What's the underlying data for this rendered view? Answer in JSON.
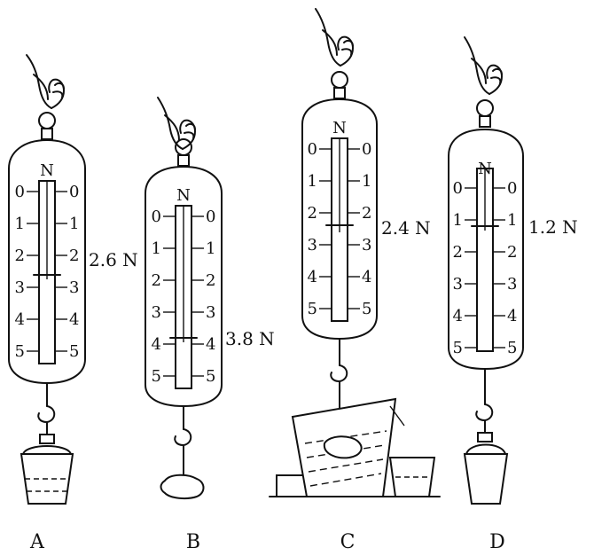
{
  "scale": {
    "unit": "N",
    "ticks": [
      "0",
      "1",
      "2",
      "3",
      "4",
      "5"
    ]
  },
  "panels": [
    {
      "id": "A",
      "label": "A",
      "reading": "2.6 N",
      "reading_value": 2.6,
      "object": "bucket-with-water"
    },
    {
      "id": "B",
      "label": "B",
      "reading": "3.8 N",
      "reading_value": 3.8,
      "object": "stone"
    },
    {
      "id": "C",
      "label": "C",
      "reading": "2.4 N",
      "reading_value": 2.4,
      "object": "stone-in-overflow-cup"
    },
    {
      "id": "D",
      "label": "D",
      "reading": "1.2 N",
      "reading_value": 1.2,
      "object": "empty-bucket"
    }
  ]
}
